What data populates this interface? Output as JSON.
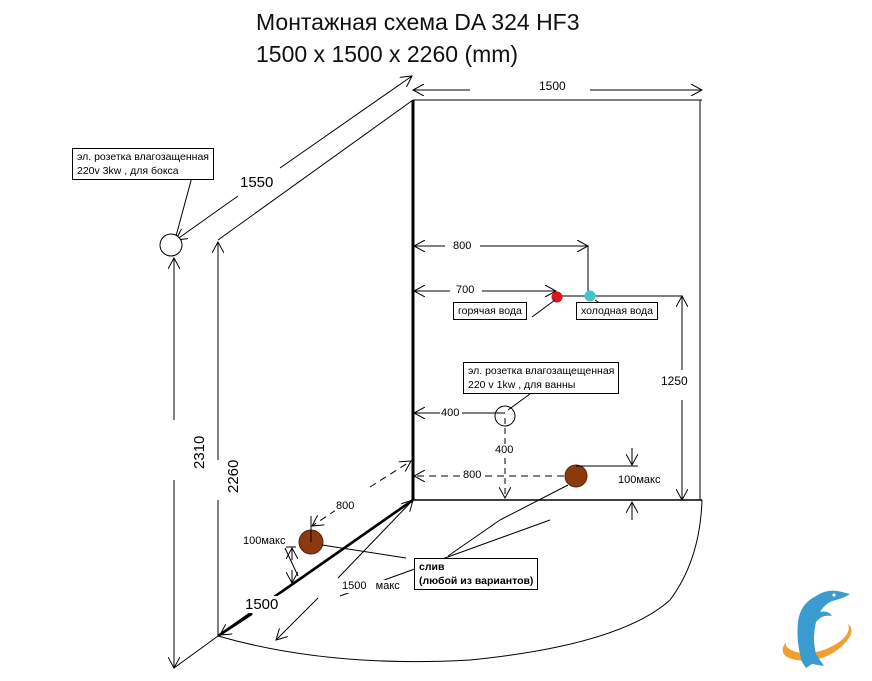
{
  "title": {
    "line1": "Монтажная схема DA 324 HF3",
    "line2": "1500 x 1500 x 2260 (mm)"
  },
  "dimensions": {
    "top_width": "1500",
    "diag_depth": "1550",
    "height_outer": "2310",
    "height_inner": "2260",
    "hot_offset": "700",
    "cold_offset": "800",
    "pipes_height": "1250",
    "socket_bath_horizontal": "400",
    "socket_bath_vertical": "400",
    "drain_right_offset": "800",
    "drain_right_height": "100макс",
    "drain_left_offset": "800",
    "drain_left_height": "100макс",
    "front_width": "1500",
    "front_radius": "1500   макс"
  },
  "callouts": {
    "socket_box": {
      "line1": "эл. розетка влагозащенная",
      "line2": "220v 3kw  , для бокса"
    },
    "socket_bath": {
      "line1": "эл. розетка влагозащещенная",
      "line2": "220 v 1kw  , для ванны"
    },
    "hot_water": "горячая вода",
    "cold_water": "холодная вода",
    "drain": {
      "line1": "слив",
      "line2": "(любой из вариантов)"
    }
  },
  "colors": {
    "hot_water": "#e0141e",
    "cold_water": "#3cc8c8",
    "drain": "#8b3a10",
    "logo_blue": "#3a9bd0",
    "logo_orange": "#f0a030"
  },
  "logo": {
    "icon": "dolphin-logo-icon"
  }
}
